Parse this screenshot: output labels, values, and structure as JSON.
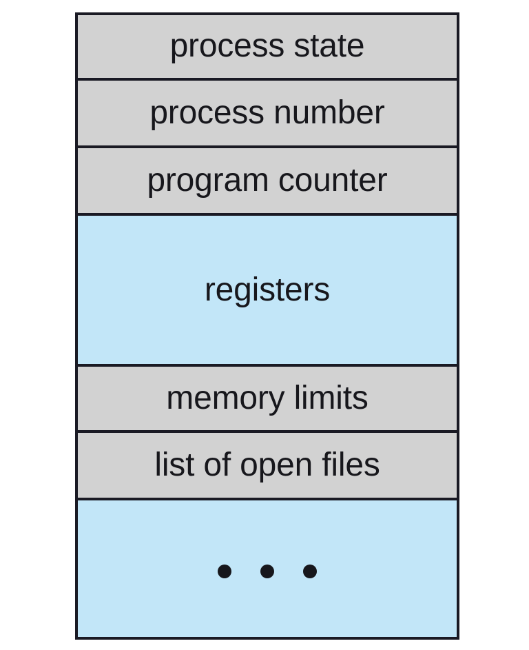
{
  "diagram": {
    "name": "process-control-block",
    "colors": {
      "fill_gray": "#d2d2d2",
      "fill_blue": "#c2e6f8",
      "border": "#1a1a24",
      "text": "#17171c",
      "background": "#ffffff"
    },
    "rows": [
      {
        "label": "process state",
        "fill": "#d2d2d2"
      },
      {
        "label": "process number",
        "fill": "#d2d2d2"
      },
      {
        "label": "program counter",
        "fill": "#d2d2d2"
      },
      {
        "label": "registers",
        "fill": "#c2e6f8"
      },
      {
        "label": "memory limits",
        "fill": "#d2d2d2"
      },
      {
        "label": "list of open files",
        "fill": "#d2d2d2"
      },
      {
        "label": "",
        "fill": "#c2e6f8",
        "ellipsis_dots": 3
      }
    ]
  }
}
